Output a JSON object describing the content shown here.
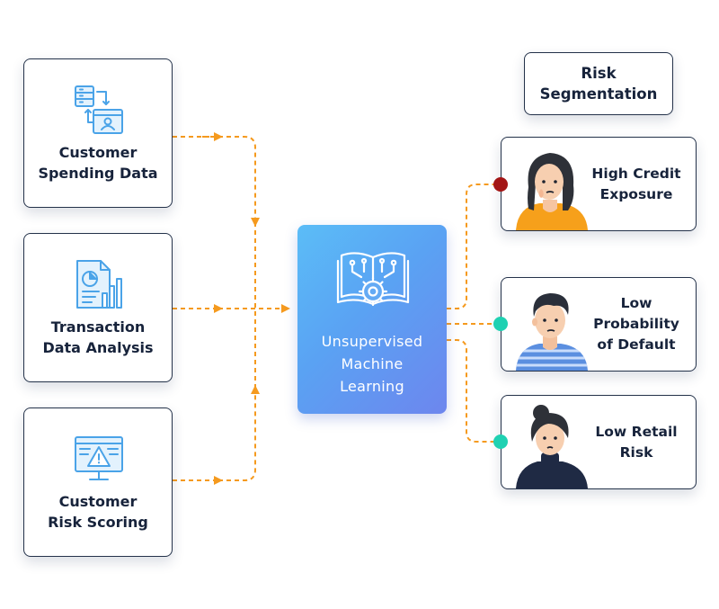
{
  "inputs": [
    {
      "label_lines": [
        "Customer",
        "Spending Data"
      ],
      "icon": "data-transfer-icon"
    },
    {
      "label_lines": [
        "Transaction",
        "Data Analysis"
      ],
      "icon": "document-chart-icon"
    },
    {
      "label_lines": [
        "Customer",
        "Risk Scoring"
      ],
      "icon": "monitor-warning-icon"
    }
  ],
  "center": {
    "label_lines": [
      "Unsupervised",
      "Machine",
      "Learning"
    ],
    "icon": "book-gear-circuit-icon"
  },
  "segmentation": {
    "title_lines": [
      "Risk",
      "Segmentation"
    ],
    "items": [
      {
        "label_lines": [
          "High Credit",
          "Exposure"
        ],
        "avatar": "woman-orange-shirt-avatar",
        "dot_color": "#a31515"
      },
      {
        "label_lines": [
          "Low",
          "Probability",
          "of Default"
        ],
        "avatar": "man-striped-shirt-avatar",
        "dot_color": "#1fd1b2"
      },
      {
        "label_lines": [
          "Low Retail",
          "Risk"
        ],
        "avatar": "woman-turtleneck-avatar",
        "dot_color": "#1fd1b2"
      }
    ]
  },
  "colors": {
    "connector": "#f59a1e",
    "card_border": "#24324a",
    "icon_stroke": "#4aa3e8",
    "center_gradient_start": "#5bbdf7",
    "center_gradient_end": "#6d86ee"
  }
}
